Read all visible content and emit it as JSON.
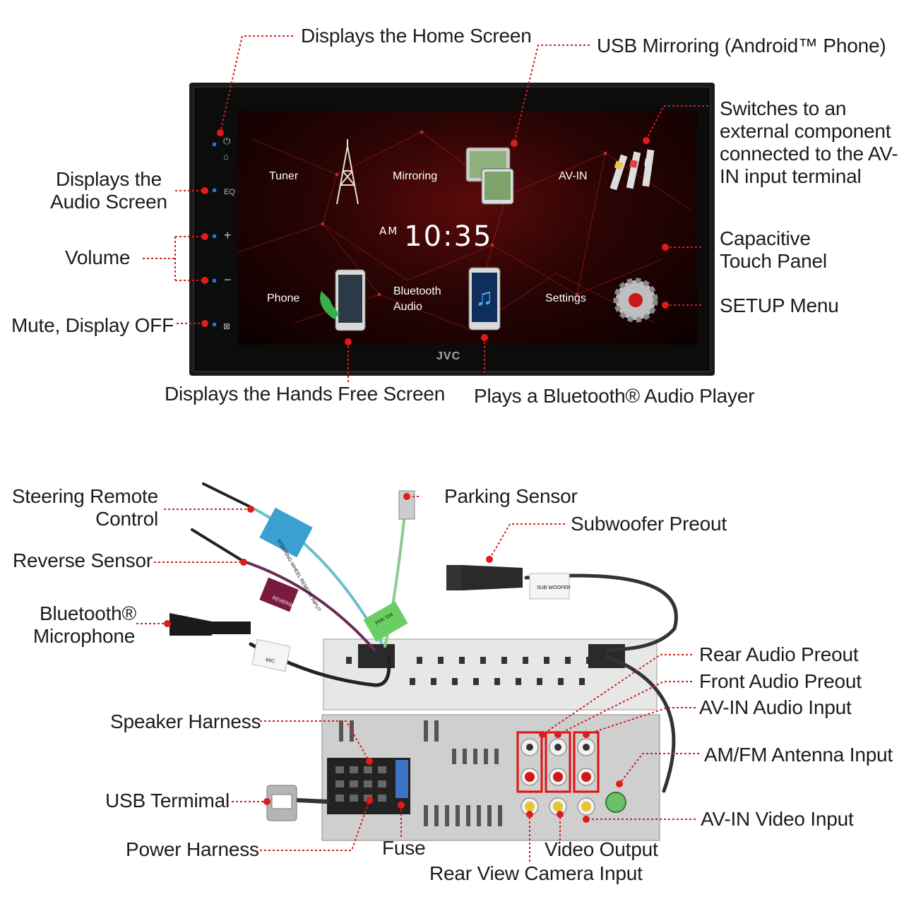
{
  "top_labels": {
    "home": "Displays the Home Screen",
    "usb_mirroring": "USB Mirroring (Android™ Phone)",
    "avin_switch": "Switches to an external component connected to the AV-IN input terminal",
    "audio_screen": "Displays the Audio Screen",
    "capacitive": "Capacitive Touch Panel",
    "volume": "Volume",
    "setup": "SETUP Menu",
    "mute": "Mute, Display OFF",
    "hands_free": "Displays the Hands Free Screen",
    "bt_player": "Plays a Bluetooth® Audio Player"
  },
  "screen": {
    "tuner": "Tuner",
    "mirroring": "Mirroring",
    "avin": "AV-IN",
    "am": "AM",
    "time": "10:35",
    "phone": "Phone",
    "bt_audio_1": "Bluetooth",
    "bt_audio_2": "Audio",
    "settings": "Settings",
    "brand": "JVC",
    "btn_eq": "EQ",
    "btn_plus": "+",
    "btn_minus": "−"
  },
  "bottom_labels": {
    "steering_1": "Steering Remote",
    "steering_2": "Control",
    "parking": "Parking Sensor",
    "subwoofer": "Subwoofer Preout",
    "reverse": "Reverse Sensor",
    "bt_mic_1": "Bluetooth®",
    "bt_mic_2": "Microphone",
    "rear_preout": "Rear Audio Preout",
    "front_preout": "Front Audio Preout",
    "avin_audio": "AV-IN Audio Input",
    "speaker": "Speaker Harness",
    "amfm": "AM/FM Antenna Input",
    "usb": "USB Termimal",
    "avin_video": "AV-IN Video Input",
    "power": "Power Harness",
    "fuse": "Fuse",
    "video_out": "Video Output",
    "rear_cam": "Rear View Camera Input"
  },
  "tags": {
    "steering": "STEERING WHEEL REMOTE INPUT",
    "reverse": "REVERSE",
    "mic": "MIC",
    "prk": "PRK SW",
    "sub": "SUB WOOFER"
  },
  "colors": {
    "leader": "#d21f1f",
    "dot": "#e11b1b",
    "port_box": "#e01010"
  }
}
